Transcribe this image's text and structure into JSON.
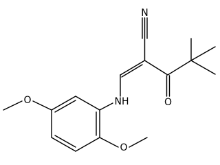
{
  "molecule": {
    "atom_labels": {
      "nitrile_n": "N",
      "amine_nh": "NH",
      "carbonyl_o": "O",
      "methoxy_o_top": "O",
      "methoxy_o_bottom": "O"
    }
  },
  "colors": {
    "bond": "#000000",
    "text": "#000000",
    "background": "#ffffff"
  }
}
